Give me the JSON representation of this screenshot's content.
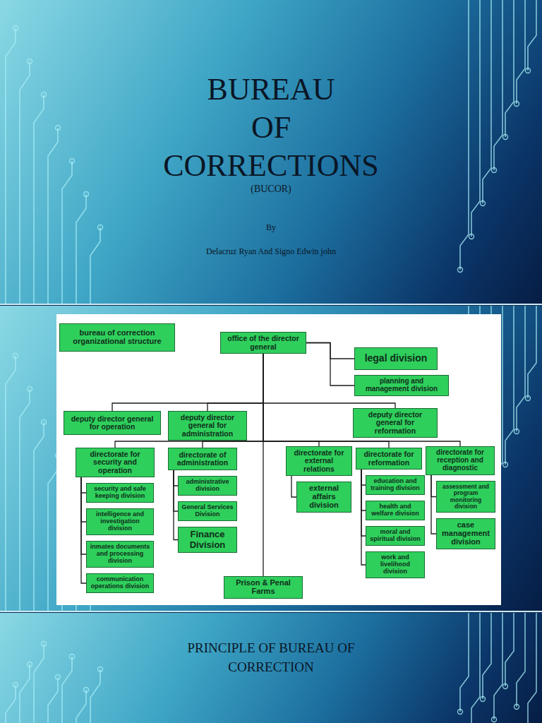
{
  "diagram": {
    "title": "BUREAU OF CORRECTIONS",
    "nodes": [
      {
        "text": [
          "bureau of correction organizational structure"
        ]
      },
      {
        "text": [
          "office of the director general"
        ]
      },
      {
        "text": [
          "legal division"
        ]
      },
      {
        "text": [
          "planning and management division"
        ]
      },
      {
        "text": [
          "deputy director general for operation"
        ]
      },
      {
        "text": [
          "deputy director general for administration"
        ]
      },
      {
        "text": [
          "deputy director general for reformation"
        ]
      },
      {
        "text": [
          "directorate for security and operation"
        ]
      },
      {
        "text": [
          "security and safe keeping division"
        ]
      },
      {
        "text": [
          "intelligence and investigation division"
        ]
      },
      {
        "text": [
          "inmates documents and processing division"
        ]
      },
      {
        "text": [
          "communication operations division"
        ]
      },
      {
        "text": [
          "directorate of administration"
        ]
      },
      {
        "text": [
          "administrative division"
        ]
      },
      {
        "text": [
          "General Services Division"
        ]
      },
      {
        "text": [
          "Finance Division"
        ]
      },
      {
        "text": [
          "directorate for external relations"
        ]
      },
      {
        "text": [
          "external affairs division"
        ]
      },
      {
        "text": [
          "directorate for reformation"
        ]
      },
      {
        "text": [
          "education and training division"
        ]
      },
      {
        "text": [
          "health and welfare division"
        ]
      },
      {
        "text": [
          "moral and spiritual division"
        ]
      },
      {
        "text": [
          "work and livelihood division"
        ]
      },
      {
        "text": [
          "directorate for reception and diagnostic"
        ]
      },
      {
        "text": [
          "assessment and program monitoring division"
        ]
      },
      {
        "text": [
          "case management division"
        ]
      },
      {
        "text": [
          "Prison & Penal Farms"
        ]
      }
    ],
    "edges": [
      {
        "from": 1,
        "to": 2,
        "arrow": "none"
      },
      {
        "from": 1,
        "to": 3,
        "arrow": "none"
      },
      {
        "from": 1,
        "to": 4,
        "arrow": "none"
      },
      {
        "from": 1,
        "to": 5,
        "arrow": "none"
      },
      {
        "from": 1,
        "to": 6,
        "arrow": "none"
      },
      {
        "from": 1,
        "to": 7,
        "arrow": "none"
      },
      {
        "from": 1,
        "to": 12,
        "arrow": "none"
      },
      {
        "from": 1,
        "to": 16,
        "arrow": "none"
      },
      {
        "from": 1,
        "to": 18,
        "arrow": "none"
      },
      {
        "from": 1,
        "to": 23,
        "arrow": "none"
      },
      {
        "from": 1,
        "to": 26,
        "arrow": "none"
      },
      {
        "from": 7,
        "to": 8,
        "arrow": "none"
      },
      {
        "from": 7,
        "to": 9,
        "arrow": "none"
      },
      {
        "from": 7,
        "to": 10,
        "arrow": "none"
      },
      {
        "from": 7,
        "to": 11,
        "arrow": "none"
      },
      {
        "from": 12,
        "to": 13,
        "arrow": "none"
      },
      {
        "from": 12,
        "to": 14,
        "arrow": "none"
      },
      {
        "from": 12,
        "to": 15,
        "arrow": "none"
      },
      {
        "from": 16,
        "to": 17,
        "arrow": "none"
      },
      {
        "from": 18,
        "to": 19,
        "arrow": "none"
      },
      {
        "from": 18,
        "to": 20,
        "arrow": "none"
      },
      {
        "from": 18,
        "to": 21,
        "arrow": "none"
      },
      {
        "from": 18,
        "to": 22,
        "arrow": "none"
      },
      {
        "from": 23,
        "to": 24,
        "arrow": "none"
      },
      {
        "from": 23,
        "to": 25,
        "arrow": "none"
      }
    ],
    "labels": [
      "(BUCOR)",
      "By",
      "Delacruz Ryan And Signo Edwin john",
      "PRINCIPLE OF BUREAU OF CORRECTION"
    ]
  }
}
